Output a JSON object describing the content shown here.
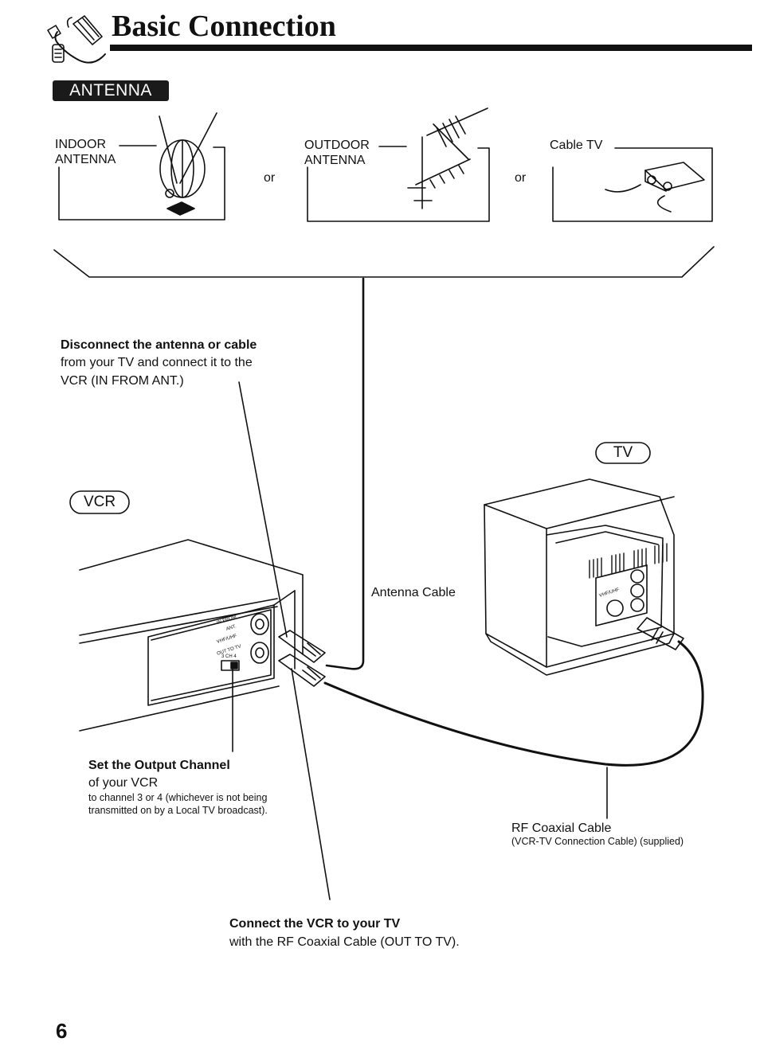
{
  "header": {
    "title": "Basic Connection",
    "section_badge": "ANTENNA"
  },
  "sources": {
    "indoor": {
      "line1": "INDOOR",
      "line2": "ANTENNA"
    },
    "or_1": "or",
    "outdoor": {
      "line1": "OUTDOOR",
      "line2": "ANTENNA"
    },
    "or_2": "or",
    "cable": "Cable TV"
  },
  "step_disconnect": {
    "bold": "Disconnect the antenna or cable",
    "line2": "from your TV and connect it to the",
    "line3": "VCR (IN FROM ANT.)"
  },
  "devices": {
    "tv": "TV",
    "vcr": "VCR"
  },
  "cables": {
    "antenna": "Antenna Cable",
    "rf": "RF Coaxial Cable",
    "rf_note": "(VCR-TV Connection Cable) (supplied)"
  },
  "panel_labels": {
    "in_from": "IN FROM",
    "ant": "ANT.",
    "vhf_uhf": "VHF/UHF",
    "out_to_tv": "OUT TO TV",
    "ch": "3 CH 4",
    "tv_vhf_uhf": "VHF/UHF"
  },
  "step_output": {
    "bold": "Set the Output Channel",
    "line2": "of your VCR",
    "line3": "to channel 3 or 4 (whichever is not being",
    "line4": "transmitted on by a Local TV broadcast)."
  },
  "step_connect": {
    "bold": "Connect the VCR to your TV",
    "line2": "with the RF Coaxial Cable (OUT TO TV)."
  },
  "page_number": "6"
}
